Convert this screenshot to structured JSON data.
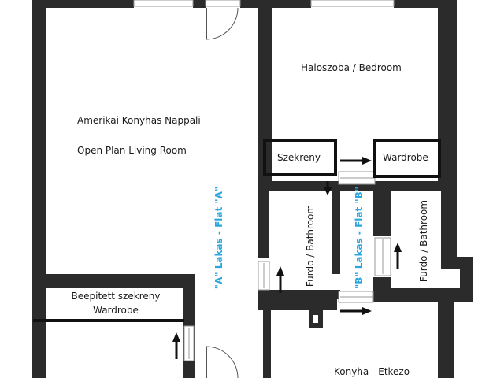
{
  "rooms": {
    "living_hu": "Amerikai Konyhas Nappali",
    "living_en": "Open Plan Living Room",
    "bedroom": "Haloszoba / Bedroom",
    "closet_hu": "Szekreny",
    "closet_en": "Wardrobe",
    "bath_a": "Furdo / Bathroom",
    "bath_b": "Furdo / Bathroom",
    "builtin_hu": "Beepitett szekreny",
    "builtin_en": "Wardrobe",
    "kitchen": "Konyha - Etkezo"
  },
  "flats": {
    "a": "\"A\" Lakas - Flat \"A\"",
    "b": "\"B\" Lakas - Flat \"B\""
  },
  "colors": {
    "wall": "#2b2b2b",
    "flat_label": "#29a6e0",
    "window": "#c8c8c8"
  }
}
